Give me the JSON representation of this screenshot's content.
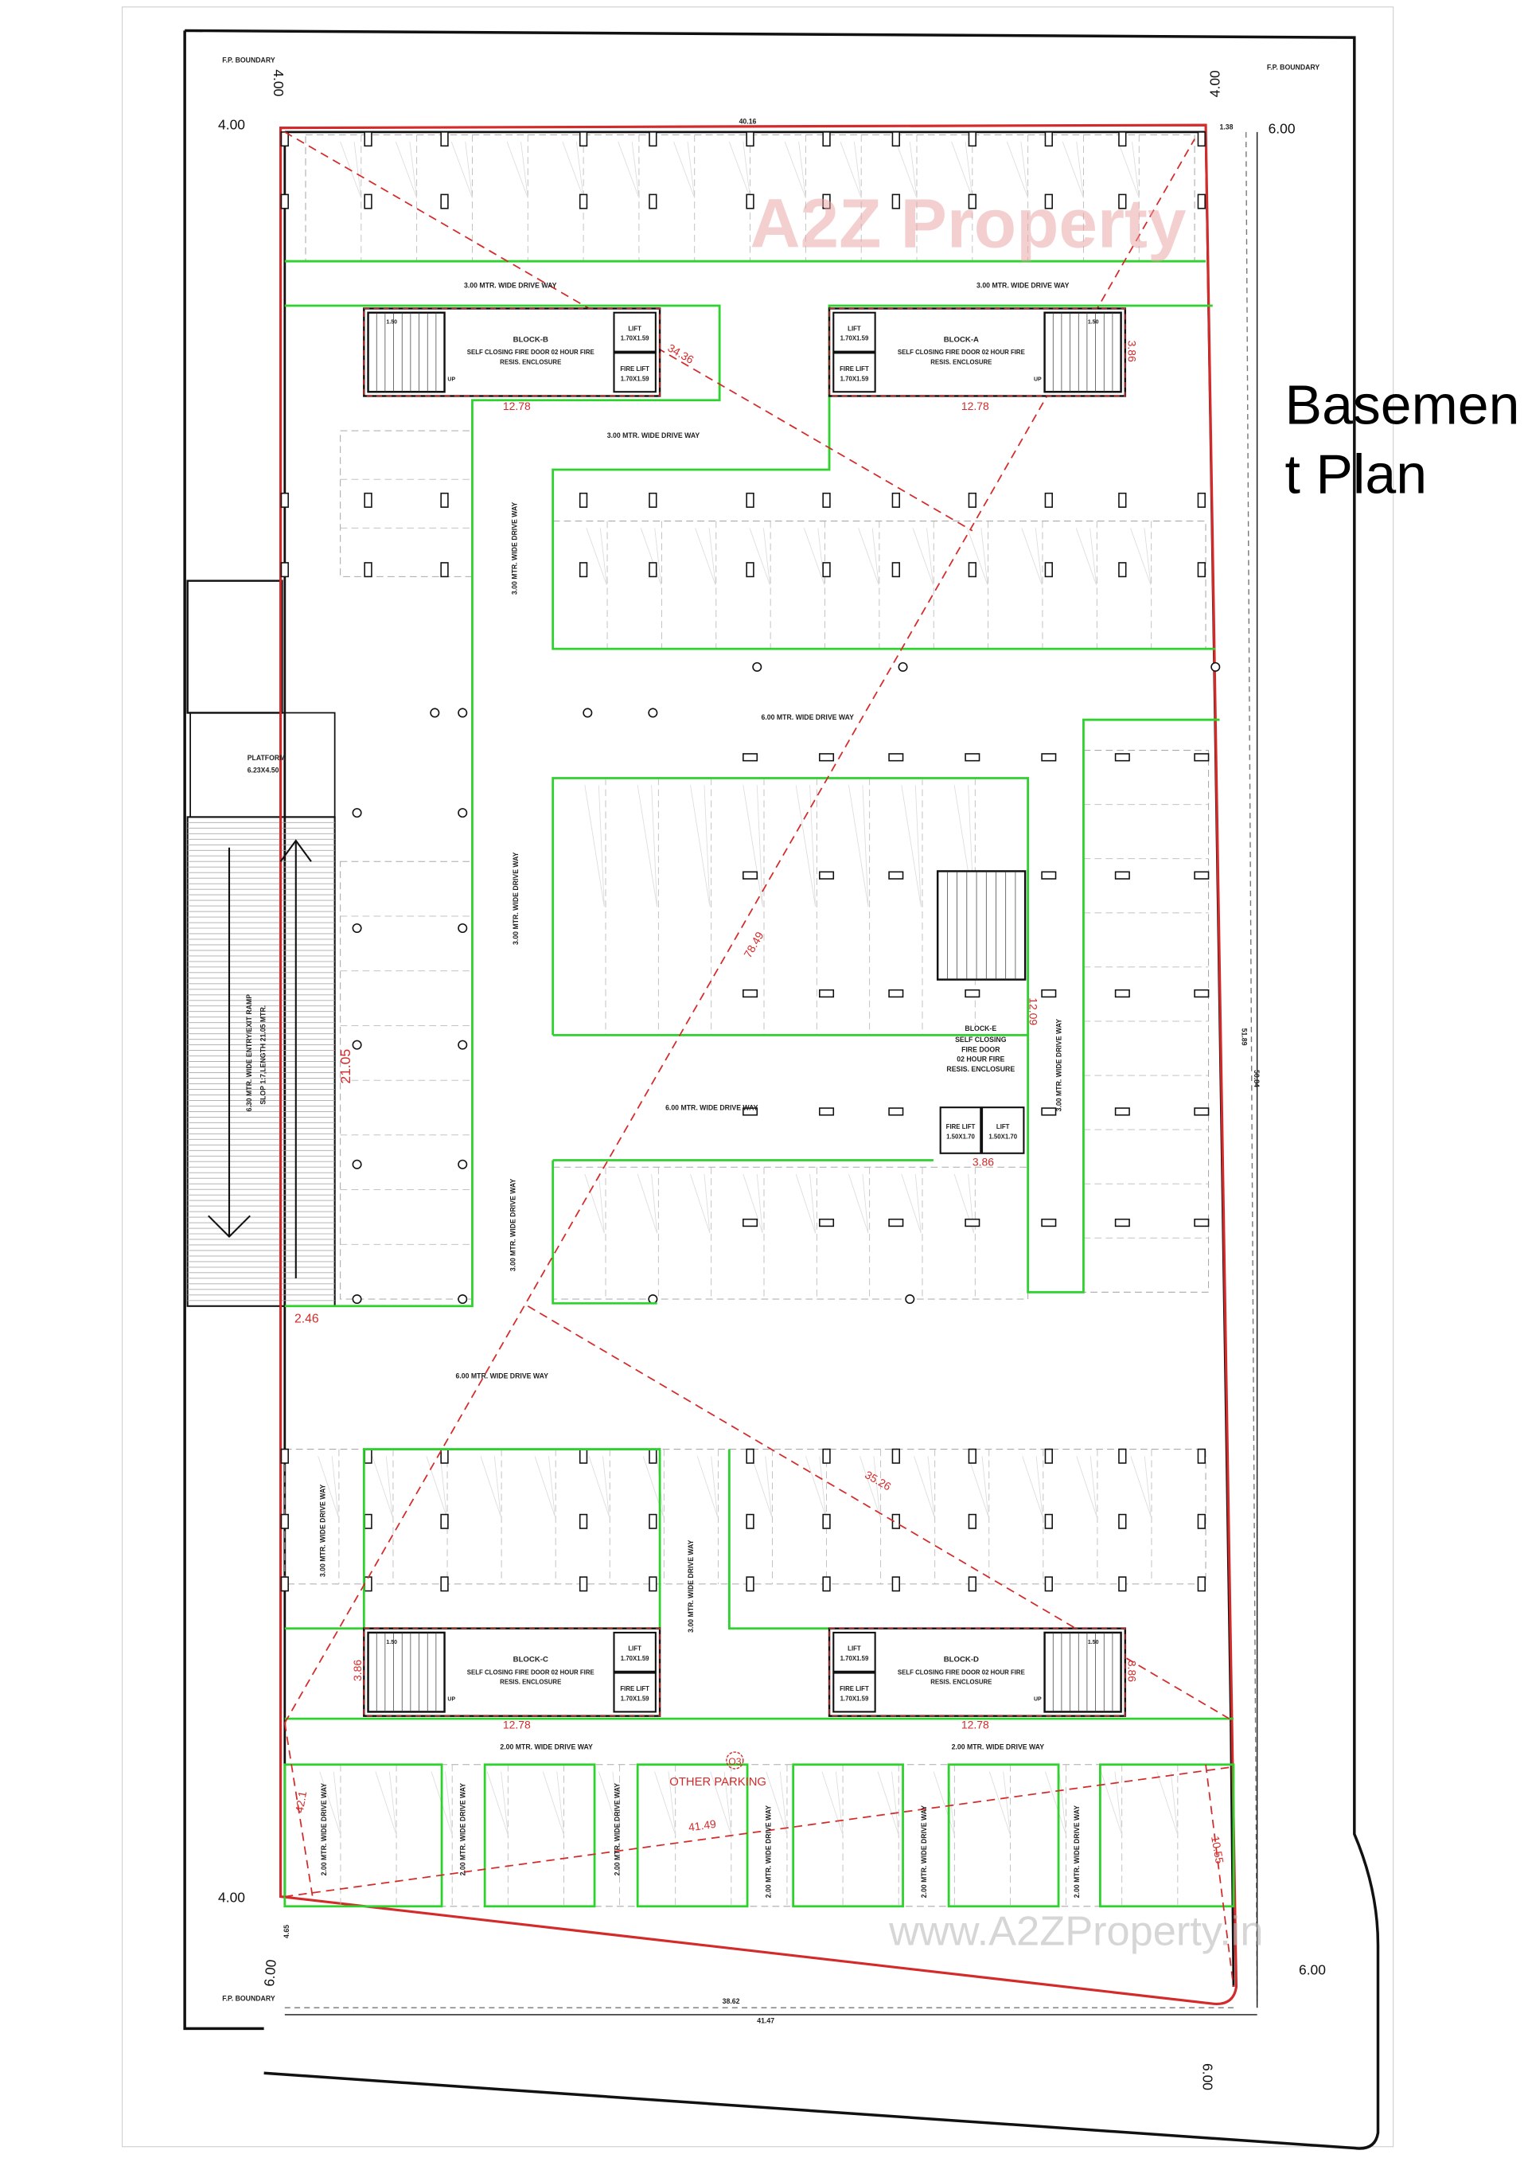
{
  "title": {
    "line1": "Basemen",
    "line2": "t Plan"
  },
  "colors": {
    "plot_boundary": "#d42a2a",
    "green_outline": "#2fd12f",
    "walls": "#111111",
    "dashed_bays": "#999999"
  },
  "dimensions": {
    "top_left_h": "4.00",
    "top_left_v": "4.00",
    "top_right_v": "4.00",
    "top_right_h": "6.00",
    "bottom_left_h": "4.00",
    "bottom_left_v": "6.00",
    "bottom_right_h": "6.00",
    "bottom_right_v": "6.00",
    "fp_boundary": "F.P. BOUNDARY",
    "top_length": "40.16",
    "top_small": "1.38",
    "right_inner": "51.89",
    "right_outer": "50.84",
    "bottom_inner": "38.62",
    "bottom_outer": "41.47",
    "bottom_left_small": "4.65"
  },
  "red_dimensions": {
    "b_width": "12.78",
    "a_width": "12.78",
    "c_width": "12.78",
    "d_width": "12.78",
    "a_depth": "3.86",
    "c_depth": "3.86",
    "d_depth": "3.86",
    "e_width": "3.86",
    "diag_b": "34.36",
    "diag_main": "78.49",
    "e_height": "12.09",
    "ramp_length": "21.05",
    "ramp_gap": "2.46",
    "diag_lower": "35.26",
    "diag_bottom": "41.49",
    "bottom_left_v": "42.1",
    "bottom_right_v": "10.55"
  },
  "driveways": {
    "w3": "3.00 MTR. WIDE DRIVE WAY",
    "w6": "6.00 MTR. WIDE DRIVE WAY",
    "w2": "2.00 MTR. WIDE DRIVE WAY"
  },
  "blocks": {
    "a": {
      "name": "BLOCK-A",
      "desc1": "SELF CLOSING FIRE DOOR 02 HOUR FIRE",
      "desc2": "RESIS. ENCLOSURE"
    },
    "b": {
      "name": "BLOCK-B",
      "desc1": "SELF CLOSING FIRE DOOR 02 HOUR FIRE",
      "desc2": "RESIS. ENCLOSURE"
    },
    "c": {
      "name": "BLOCK-C",
      "desc1": "SELF CLOSING FIRE DOOR 02 HOUR FIRE",
      "desc2": "RESIS. ENCLOSURE"
    },
    "d": {
      "name": "BLOCK-D",
      "desc1": "SELF CLOSING FIRE DOOR 02 HOUR FIRE",
      "desc2": "RESIS. ENCLOSURE"
    },
    "e": {
      "name": "BLOCK-E",
      "desc1": "SELF CLOSING",
      "desc2": "FIRE DOOR",
      "desc3": "02 HOUR FIRE",
      "desc4": "RESIS. ENCLOSURE"
    }
  },
  "lifts": {
    "lift": "LIFT",
    "fire_lift": "FIRE LIFT",
    "size_ab": "1.70X1.59",
    "size_e": "1.50X1.70",
    "stair_dim": "1.50",
    "up": "UP"
  },
  "ramp": {
    "line1": "6.30 MTR. WIDE ENTRY/EXIT RAMP",
    "line2": "SLOP 1:7,LENGTH 21.05 MTR."
  },
  "platform": {
    "line1": "PLATFORM",
    "line2": "6.23X4.50"
  },
  "other_parking": {
    "label": "OTHER PARKING",
    "tag": "O3"
  },
  "watermark": {
    "logo": "A2Z Property",
    "url": "www.A2ZProperty.in"
  }
}
